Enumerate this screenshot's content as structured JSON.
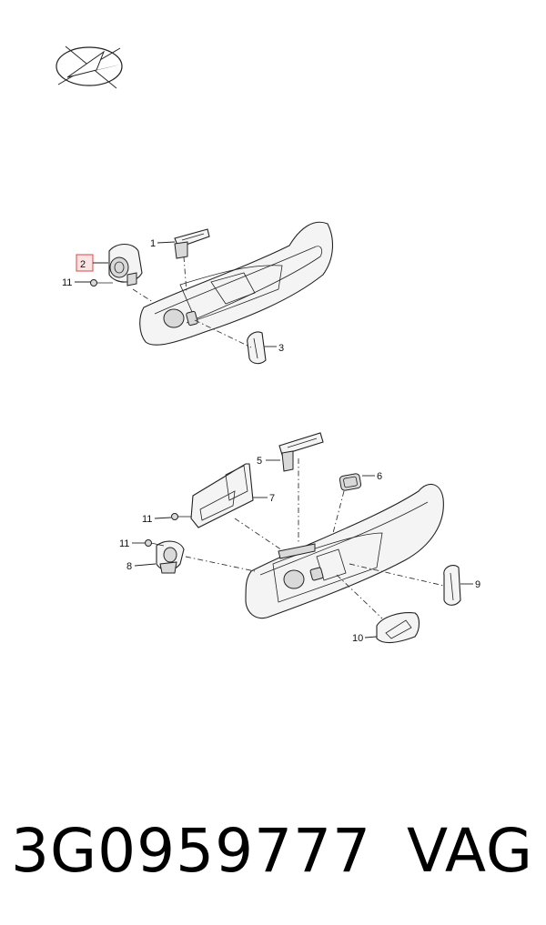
{
  "callouts": {
    "c1": "1",
    "c2": "2",
    "c3": "3",
    "c5": "5",
    "c6": "6",
    "c7": "7",
    "c8": "8",
    "c9": "9",
    "c10": "10",
    "c11a": "11",
    "c11b": "11",
    "c11c": "11"
  },
  "footer": {
    "part_number": "3G0959777",
    "brand": "VAG"
  },
  "colors": {
    "highlight_border": "#dd4444",
    "highlight_fill": "#fde4e4"
  },
  "icons": {
    "logo": "compass-rose-logo-icon"
  }
}
